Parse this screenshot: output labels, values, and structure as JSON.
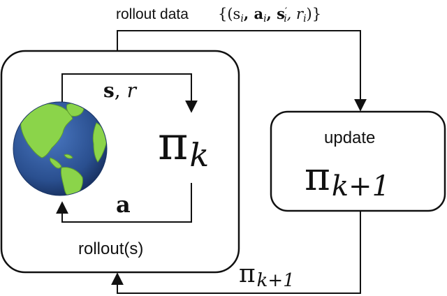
{
  "diagram": {
    "top_label": "rollout data",
    "top_label_set": "{(s",
    "top_label_set_i1": "i",
    "top_label_a": ", a",
    "top_label_i2": "i",
    "top_label_sp": ", s",
    "top_label_prime": "′",
    "top_label_i3": "i",
    "top_label_r": ", r",
    "top_label_i4": "i",
    "top_label_close": ")}",
    "state_reward_s": "s",
    "state_reward_sep": ", ",
    "state_reward_r": "r",
    "policy_symbol": "π",
    "policy_subscript": "k",
    "action_label": "a",
    "rollout_caption": "rollout(s)",
    "update_label": "update",
    "updated_policy_symbol": "π",
    "updated_policy_subscript": "k+1",
    "feedback_policy_symbol": "π",
    "feedback_policy_subscript": "k+1",
    "colors": {
      "line": "#111111",
      "ocean": "#2a4f8f",
      "land": "#8bd44a"
    },
    "icon": "globe-icon"
  }
}
